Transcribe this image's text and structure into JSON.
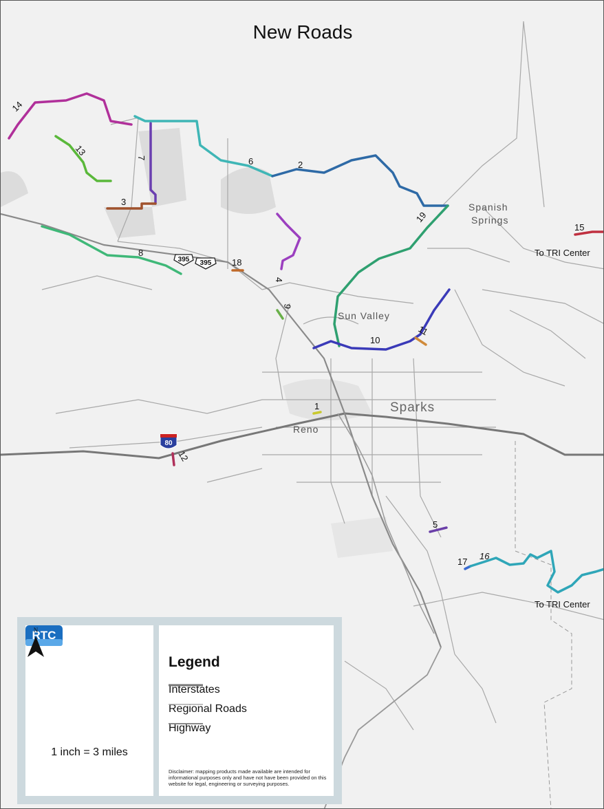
{
  "title": "New Roads",
  "places": {
    "spanish1": "Spanish",
    "spanish2": "Springs",
    "sun_valley": "Sun Valley",
    "sparks": "Sparks",
    "reno": "Reno"
  },
  "tri_center": [
    "To TRI Center",
    "To TRI Center"
  ],
  "shields": {
    "us395a": "395",
    "us395b": "395",
    "i80": "80"
  },
  "road_labels": [
    "1",
    "2",
    "3",
    "4",
    "5",
    "6",
    "7",
    "8",
    "9",
    "10",
    "11",
    "12",
    "13",
    "14",
    "15",
    "16",
    "17",
    "18",
    "19"
  ],
  "legend": {
    "title": "Legend",
    "items": [
      {
        "label": "Interstates",
        "color": "#777777"
      },
      {
        "label": "Regional Roads",
        "color": "#aaaaaa"
      },
      {
        "label": "Highway",
        "color": "#8a8a8a"
      }
    ],
    "scale": "1 inch = 3 miles",
    "north": "N",
    "logo": "RTC",
    "disclaimer": "Disclaimer: mapping products made available are intended for informational purposes only and have not have been provided on this website for legal, engineering or surveying purposes."
  },
  "colors": {
    "r1": "#c9c92e",
    "r2": "#2e6aa6",
    "r3": "#a0522d",
    "r4": "#9b3fbf",
    "r5": "#6a3fa8",
    "r6": "#3fb6b6",
    "r7": "#6a3fb0",
    "r8": "#3fb878",
    "r9": "#6ab04a",
    "r10": "#3a3ab8",
    "r11": "#d08a3a",
    "r12": "#b0305a",
    "r13": "#5ab83a",
    "r14": "#b0309a",
    "r15": "#c03040",
    "r16": "#2fa6b8",
    "r17": "#3a6ad0",
    "r18": "#c06a2a",
    "r19": "#2fa070"
  }
}
